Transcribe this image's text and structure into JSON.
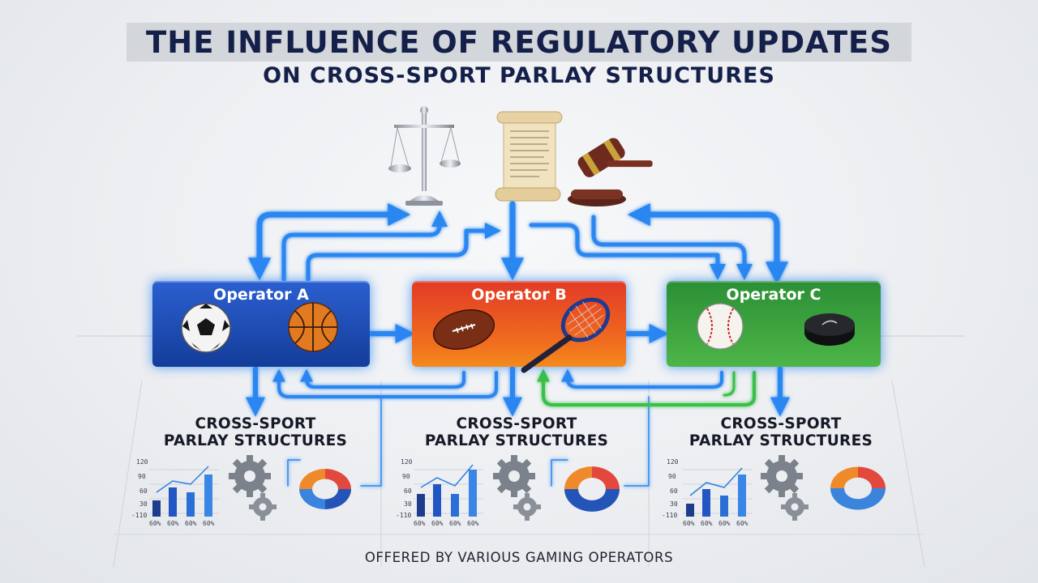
{
  "title": {
    "line1": "THE INFLUENCE OF REGULATORY UPDATES",
    "line2": "ON CROSS-SPORT PARLAY STRUCTURES"
  },
  "regulatory_icons": [
    "scales-of-justice-icon",
    "legal-scroll-icon",
    "gavel-icon"
  ],
  "operators": [
    {
      "label": "Operator A",
      "color": "#1f4fbd",
      "sports": [
        "soccer-ball-icon",
        "basketball-icon"
      ]
    },
    {
      "label": "Operator B",
      "color": "#e0472a",
      "sports": [
        "american-football-icon",
        "tennis-racket-icon"
      ]
    },
    {
      "label": "Operator C",
      "color": "#2e9a3a",
      "sports": [
        "baseball-icon",
        "hockey-puck-icon"
      ]
    }
  ],
  "sections": [
    {
      "line1": "CROSS-SPORT",
      "line2": "PARLAY STRUCTURES"
    },
    {
      "line1": "CROSS-SPORT",
      "line2": "PARLAY STRUCTURES"
    },
    {
      "line1": "CROSS-SPORT",
      "line2": "PARLAY STRUCTURES"
    }
  ],
  "mini_chart": {
    "y_ticks": [
      "120",
      "90",
      "60",
      "30",
      "-110"
    ],
    "x_ticks": [
      "60%",
      "60%",
      "60%",
      "60%"
    ]
  },
  "footer": "OFFERED BY VARIOUS GAMING OPERATORS",
  "colors": {
    "arrow_blue": "#2b86f0",
    "arrow_green": "#3bbf4a",
    "title_navy": "#14204a"
  }
}
